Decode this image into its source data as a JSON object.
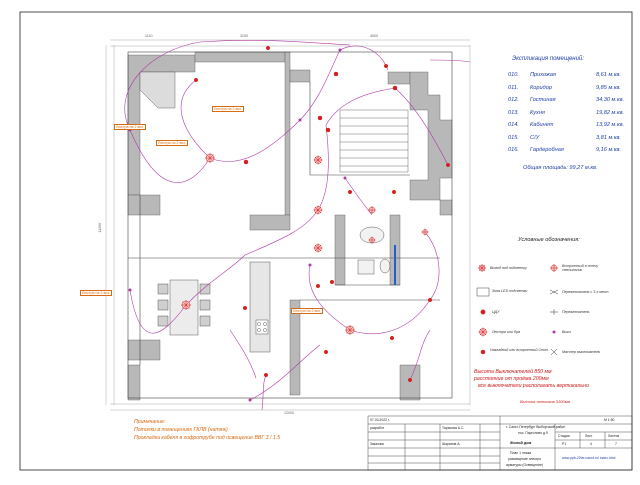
{
  "explication": {
    "title": "Экспликация помещений:",
    "rooms": [
      {
        "num": "010.",
        "name": "Прихожая",
        "area": "8,61 м.кв."
      },
      {
        "num": "011.",
        "name": "Коридор",
        "area": "9,85  м.кв."
      },
      {
        "num": "012.",
        "name": "Гостиная",
        "area": "34,30 м.кв."
      },
      {
        "num": "013.",
        "name": "Кухня",
        "area": "19,82  м.кв."
      },
      {
        "num": "014.",
        "name": "Кабинет",
        "area": "13,92 м.кв."
      },
      {
        "num": "015.",
        "name": "С/У",
        "area": "3,81  м.кв."
      },
      {
        "num": "016.",
        "name": "Гардеробная",
        "area": "9,16  м.кв."
      }
    ],
    "total": "Общая площадь:  99,27 м.кв."
  },
  "legend": {
    "title": "Условные обозначения:",
    "items": [
      {
        "key": "ceiling-outlet",
        "label": "Вывод под подсветку"
      },
      {
        "key": "wall-sconce",
        "label": "Встроенный в стену светильник"
      },
      {
        "key": "led-zone",
        "label": "Зона LED подсветки"
      },
      {
        "key": "switch-pass",
        "label": "Переключатель с 3-х мест"
      },
      {
        "key": "cdu",
        "label": "ЦДУ"
      },
      {
        "key": "switch-pass2",
        "label": "Переключатель"
      },
      {
        "key": "chandelier",
        "label": "Люстра или бра"
      },
      {
        "key": "switch",
        "label": "Выкл"
      },
      {
        "key": "recessed",
        "label": "Накладной или встроенный Спот"
      },
      {
        "key": "master-switch",
        "label": "Мастер выключатель"
      }
    ]
  },
  "heights_note": {
    "line1": "Высота Выключателей 850 мм",
    "line2": "расстояние от проёма 200мм",
    "line3": "все выключатели располагать вертикально",
    "line4": "Высота потолков 3300мм"
  },
  "notes": {
    "title": "Примечание:",
    "line1": "Потолки в помещениях ГКЛВ (натяж)",
    "line2": "Прокладка кабеля в гофротрубе под освещение  ВВГ  3 / 1.5"
  },
  "tags": {
    "chandelier1": "Люстра на 2 вкл.",
    "chandelier2": "Люстра на 2 вкл.",
    "chandelier3": "Люстра на 2 вкл.",
    "chandelier4": "Люстра на 2 вкл.",
    "chandelier5": "Люстра на 2 вкл."
  },
  "stamp": {
    "date": "07.03.2022 г.",
    "scale": "М 1:50",
    "designer_role": "разработ",
    "designer": "Тарасова А.С.",
    "checker_role": "Заказчик",
    "checker": "Шарапов А.",
    "address_line1": "г. Санкт-Петербург Выборгский район",
    "address_line2": "пос. Парголово д.9",
    "object": "Жилой дом",
    "stage_h": "Стадия",
    "sheet_h": "Лист",
    "sheets_h": "Листов",
    "stage": "Р1",
    "sheet": "4",
    "sheets": "7",
    "sheet_title1": "План 1 этажа",
    "sheet_title2": "размещение электро",
    "sheet_title3": "арматуры (Освещение)",
    "site": "www.ppb-22ter.narod.ru/ index.html"
  },
  "dims": {
    "left_total": "11300",
    "top_left": "1110",
    "top_mid": "3200",
    "top_right": "4500",
    "bottom_total": "12000"
  },
  "colors": {
    "wall": "#b8b8b8",
    "wire": "#b03aa8",
    "fixture": "#d42020",
    "text_blue": "#1f3fa8",
    "text_orange": "#d86a10"
  }
}
